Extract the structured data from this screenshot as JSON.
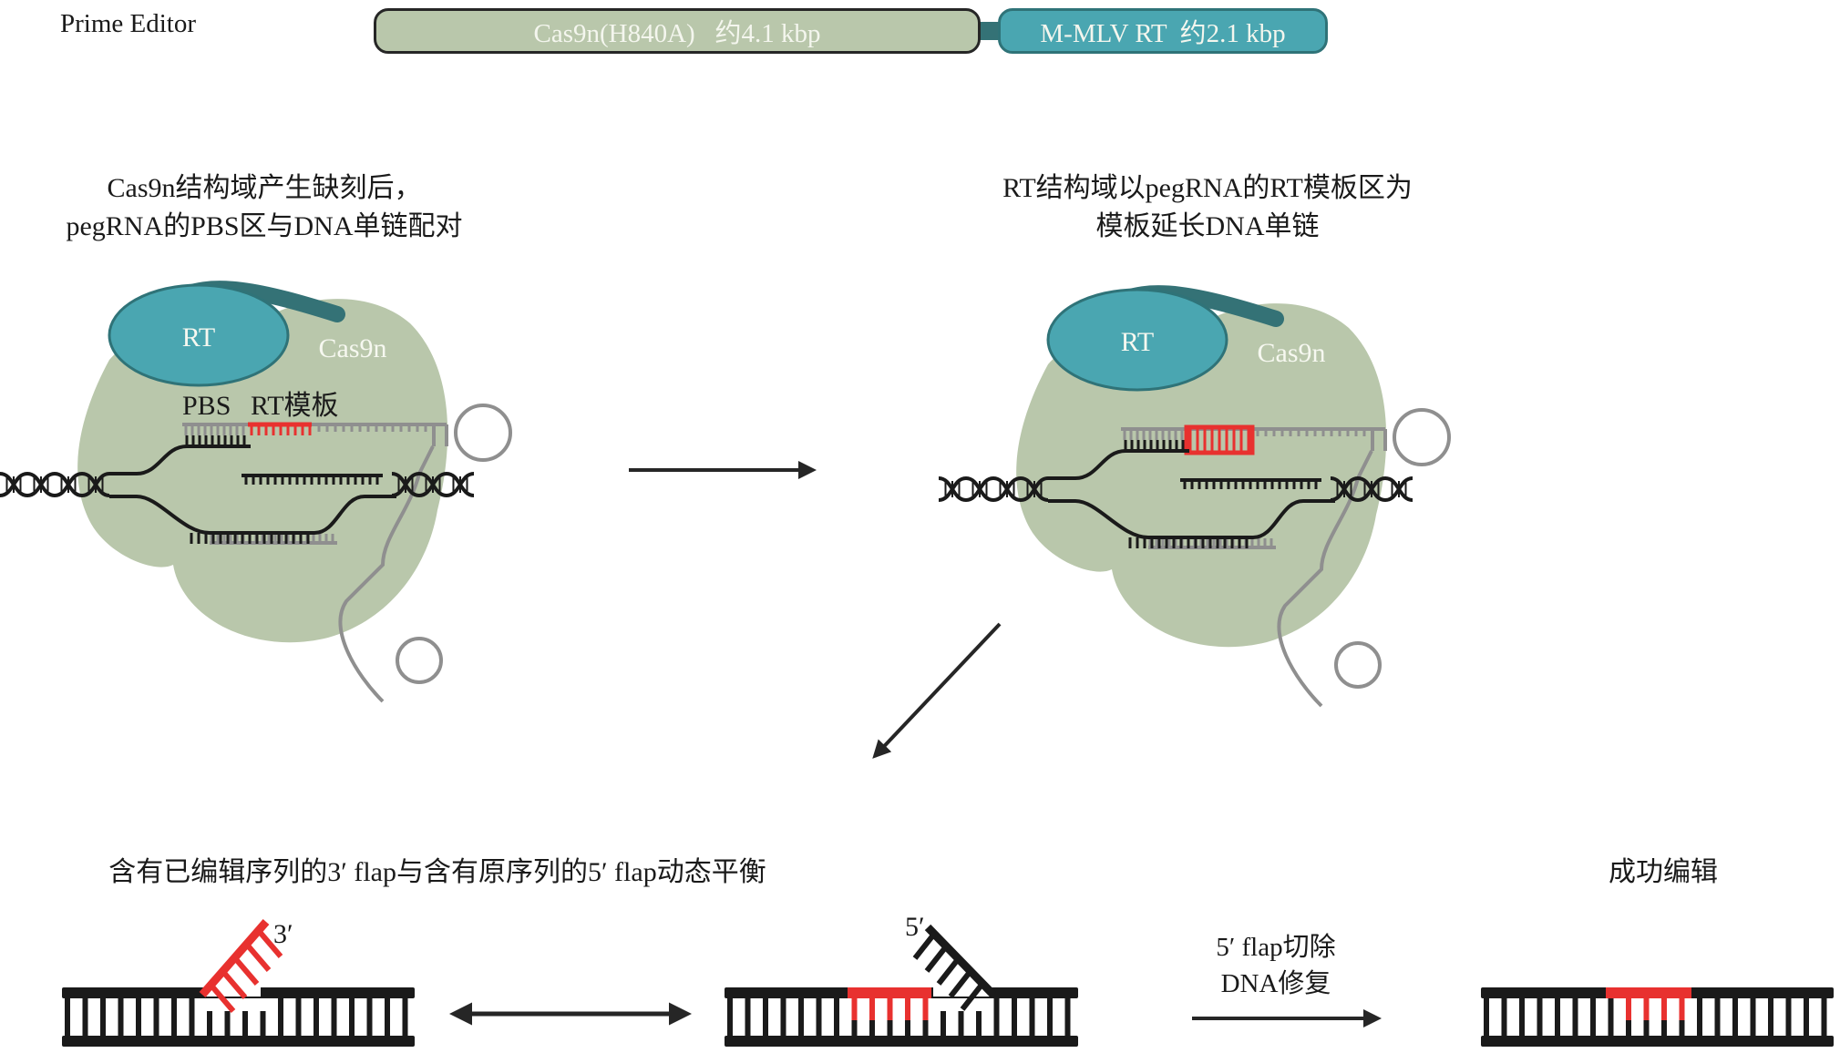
{
  "header": {
    "title": "Prime Editor",
    "cas9n_bar": "Cas9n(H840A)   约4.1 kbp",
    "rt_bar": "M-MLV RT  约2.1 kbp"
  },
  "steps": {
    "step1_caption_line1": "Cas9n结构域产生缺刻后，",
    "step1_caption_line2": "pegRNA的PBS区与DNA单链配对",
    "step2_caption_line1": "RT结构域以pegRNA的RT模板区为",
    "step2_caption_line2": "模板延长DNA单链",
    "step3_caption": "含有已编辑序列的3′ flap与含有原序列的5′ flap动态平衡",
    "step4_caption": "成功编辑",
    "repair_line1": "5′ flap切除",
    "repair_line2": "DNA修复"
  },
  "labels": {
    "rt": "RT",
    "cas9n": "Cas9n",
    "pbs": "PBS",
    "rt_template": "RT模板",
    "three_prime": "3′",
    "five_prime": "5′"
  },
  "colors": {
    "cas9n": "#b9c7ab",
    "rt": "#4aa6b1",
    "rt_border": "#2f7378",
    "linker": "#347276",
    "edited": "#e8312f",
    "rna": "#8f8f8f",
    "dna": "#1a1a1a"
  }
}
